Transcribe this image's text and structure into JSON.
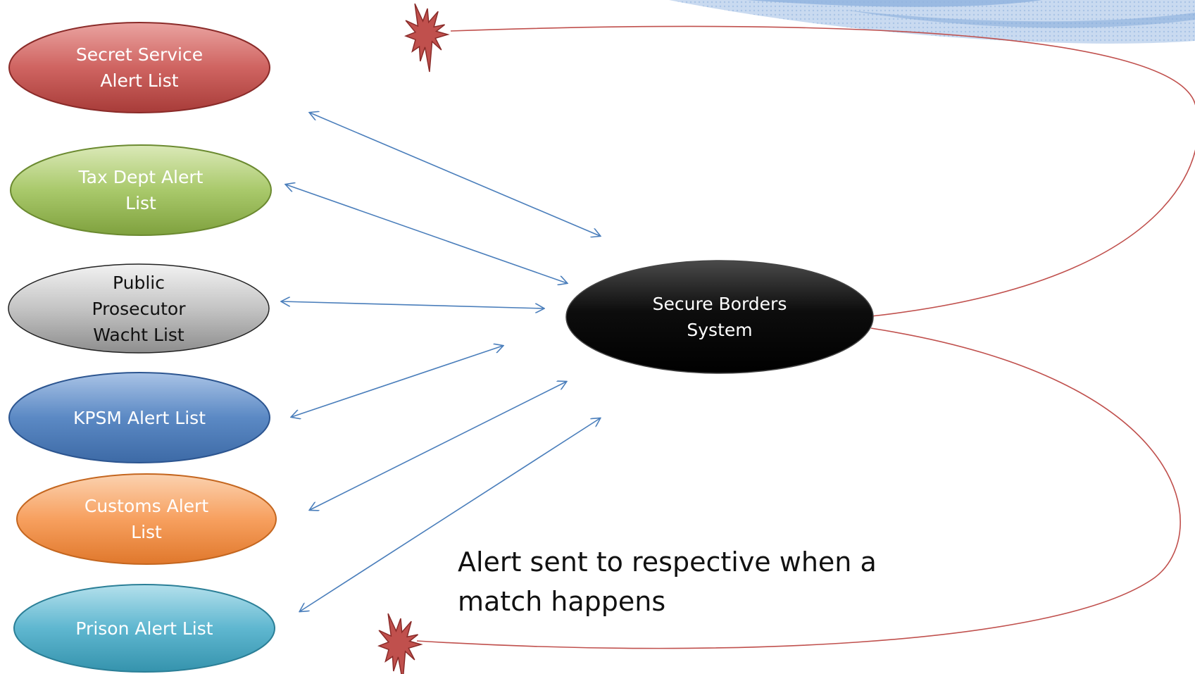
{
  "nodes": {
    "secret_service": "Secret Service\nAlert List",
    "tax_dept": "Tax Dept Alert\nList",
    "public_prosecutor": "Public\nProsecutor\nWacht List",
    "kpsm": "KPSM Alert List",
    "customs": "Customs Alert\nList",
    "prison": "Prison Alert List",
    "secure_borders": "Secure Borders\nSystem"
  },
  "caption": "Alert sent to respective when a\nmatch happens",
  "colors": {
    "secret_service": "#c0504d",
    "tax_dept": "#9bbb59",
    "public_prosecutor": "#a6a6a6",
    "kpsm": "#4f81bd",
    "customs": "#f79646",
    "prison": "#4bacc6",
    "secure_borders": "#000000",
    "connector": "#4a7ebb",
    "alert_line": "#c0504d",
    "starburst": "#c0504d"
  }
}
